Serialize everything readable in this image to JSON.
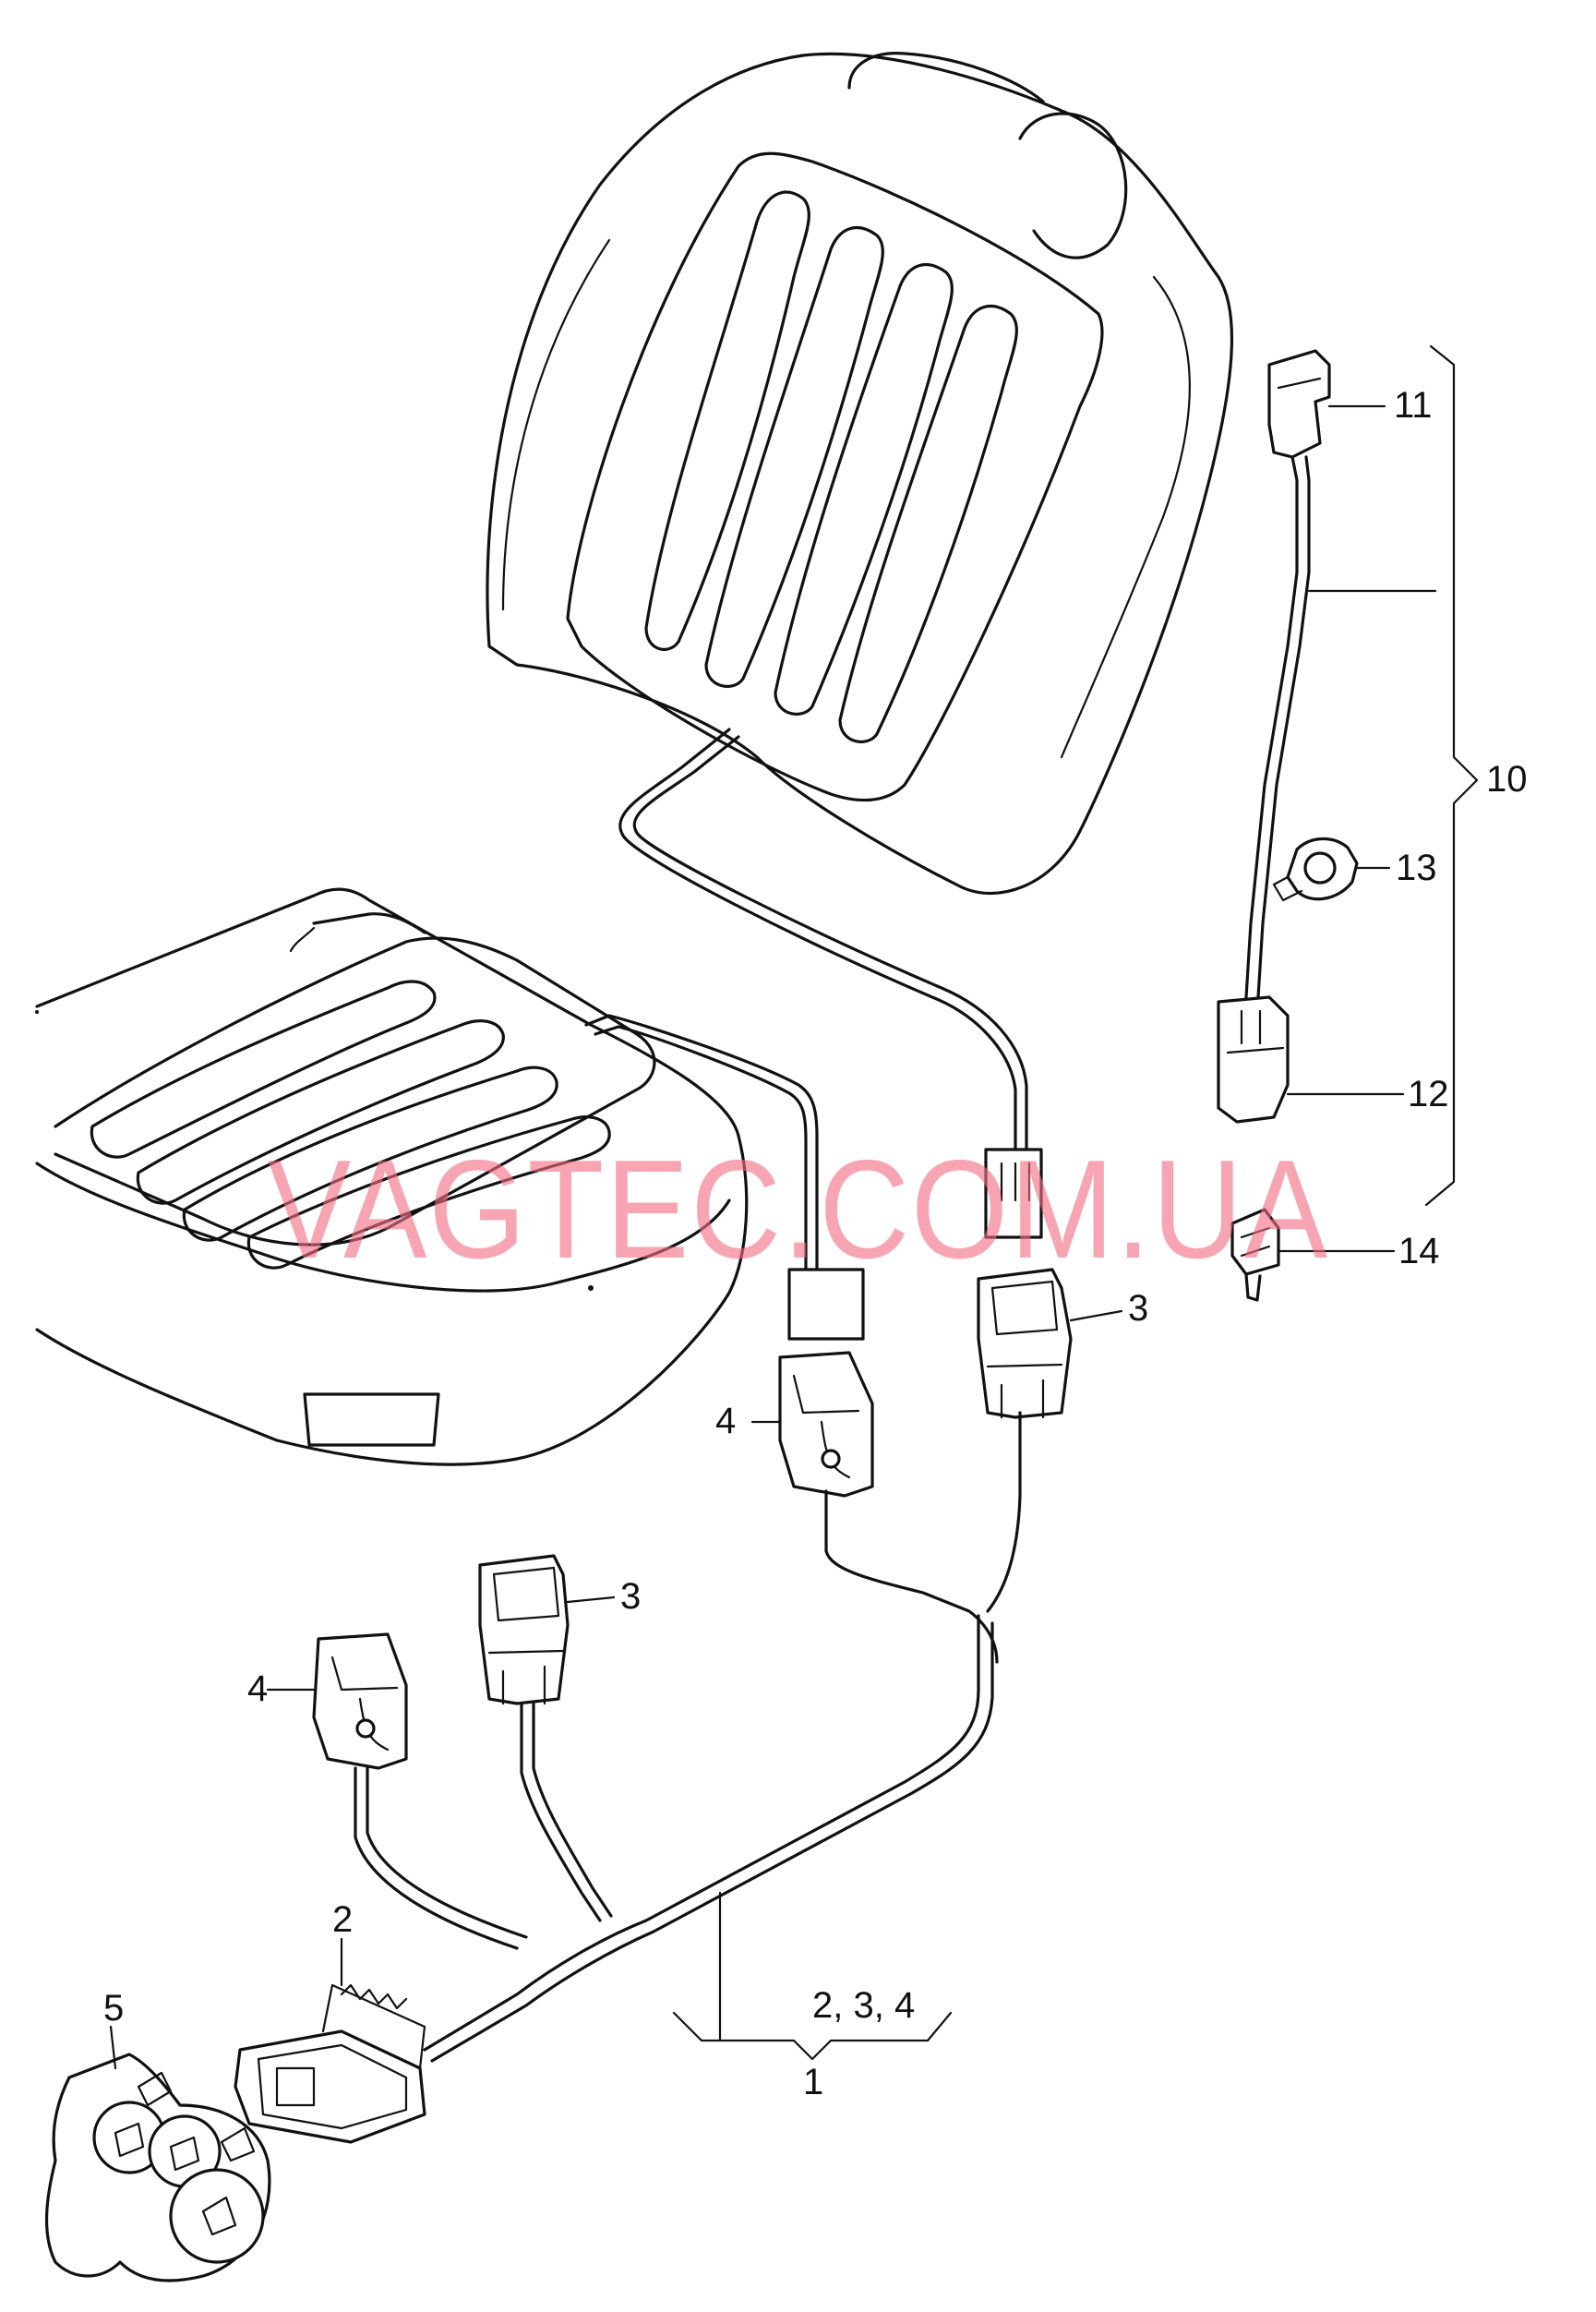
{
  "watermark": "VAGTEC.COM.UA",
  "callouts": {
    "c1": "1",
    "c2": "2",
    "c3a": "3",
    "c3b": "3",
    "c4a": "4",
    "c4b": "4",
    "c5": "5",
    "c10": "10",
    "c11": "11",
    "c12": "12",
    "c13": "13",
    "c14": "14",
    "c234": "2, 3, 4"
  }
}
